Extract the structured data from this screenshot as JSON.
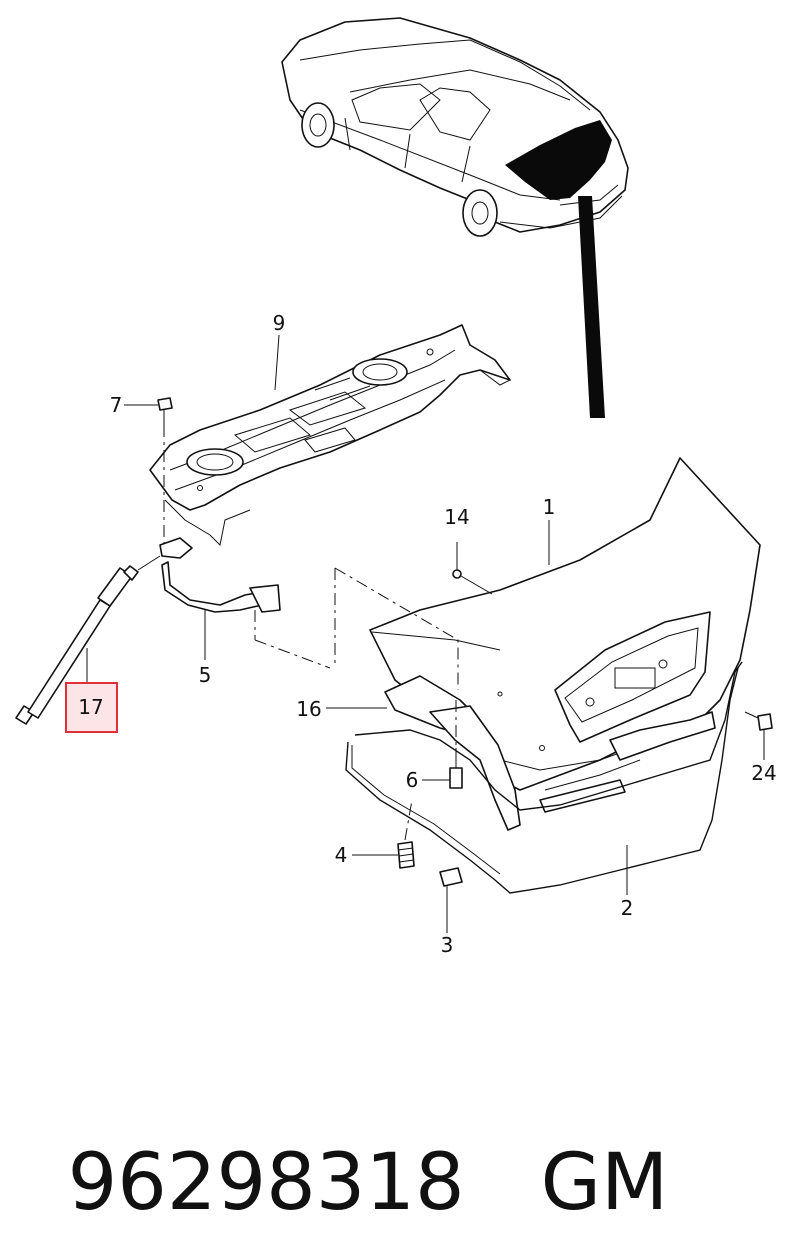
{
  "footer": {
    "part_number": "96298318",
    "brand": "GM"
  },
  "highlight": {
    "label": "17",
    "color": "#e0303c",
    "fill": "#fde4e6"
  },
  "callouts": {
    "c1": "1",
    "c2": "2",
    "c3": "3",
    "c4": "4",
    "c5": "5",
    "c6": "6",
    "c7": "7",
    "c9": "9",
    "c14": "14",
    "c16": "16",
    "c24": "24"
  }
}
